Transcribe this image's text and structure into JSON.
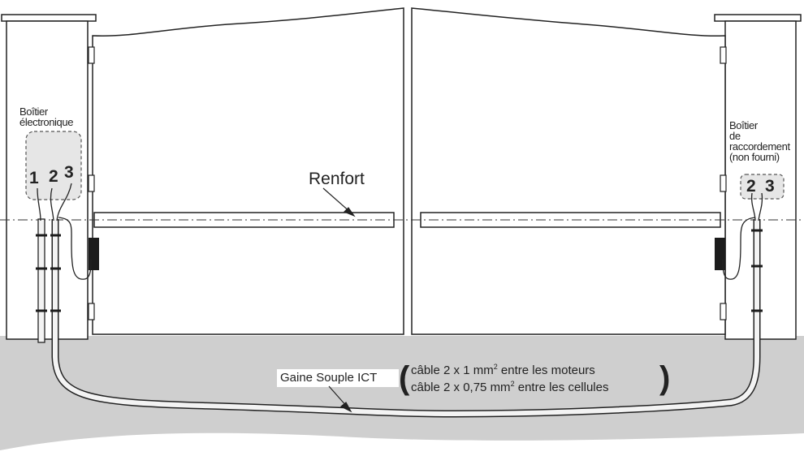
{
  "left_box": {
    "line1": "Boîtier",
    "line2": "électronique",
    "terminals": [
      "1",
      "2",
      "3"
    ]
  },
  "right_box": {
    "line1": "Boîtier",
    "line2": "de",
    "line3": "raccordement",
    "line4": "(non fourni)",
    "terminals": [
      "2",
      "3"
    ]
  },
  "renfort_label": "Renfort",
  "conduit_label": "Gaine Souple ICT",
  "cable_note": {
    "line1_pre": "câble 2 x 1 mm",
    "line1_sup": "2",
    "line1_post": " entre les moteurs",
    "line2_pre": "câble 2 x 0,75 mm",
    "line2_sup": "2",
    "line2_post": " entre les cellules"
  },
  "colors": {
    "ground": "#cfcfcf",
    "stroke": "#222222",
    "box_fill": "#e6e6e6",
    "motor": "#1c1c1c",
    "conduit_fill": "#f3f3f3"
  }
}
